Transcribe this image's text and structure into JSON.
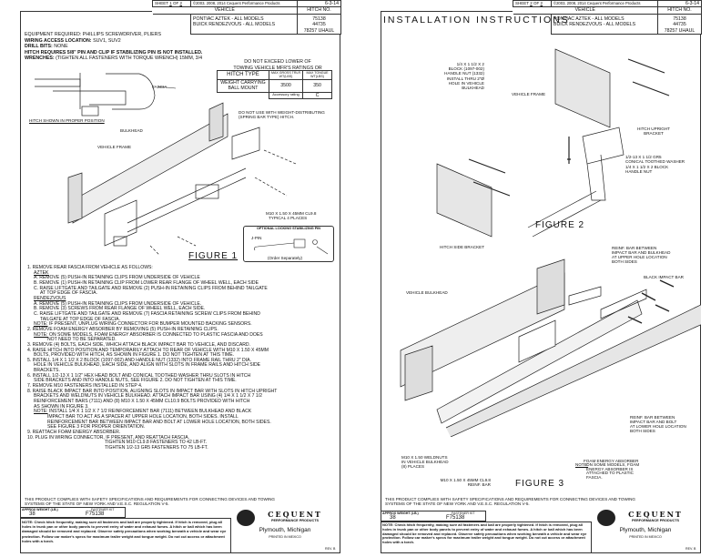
{
  "header": {
    "sheet_label": "SHEET",
    "of_label": "OF",
    "copyright": "©2003, 2008, 2014 Cequent Performance Products",
    "date": "6-3-14",
    "vehicle_col": "VEHICLE",
    "hitch_col": "HITCH NO.",
    "vehicles": [
      "PONTIAC AZTEK - ALL MODELS",
      "BUICK RENDEZVOUS - ALL MODELS"
    ],
    "hitch_numbers": [
      "75138",
      "44735",
      "78257 UHAUL"
    ]
  },
  "page1": {
    "sheet": "1",
    "of": "2",
    "equipment": [
      {
        "label": "EQUIPMENT REQUIRED:",
        "text": "PHILLIPS SCREWDRIVER, PLIERS"
      },
      {
        "label": "WIRING ACCESS LOCATION:",
        "text": "SUV1, SUV2"
      },
      {
        "label": "DRILL BITS:",
        "text": "NONE"
      },
      {
        "label": "HITCH REQUIRES 5/8\" PIN AND CLIP IF STABILIZING PIN IS NOT INSTALLED.",
        "text": ""
      },
      {
        "label": "WRENCHES:",
        "text": "(TIGHTEN ALL FASTENERS WITH TORQUE WRENCH) 15mm, 3/4"
      }
    ],
    "rating": {
      "caption": [
        "DO NOT EXCEED LOWER OF",
        "TOWING VEHICLE MFR'S RATINGS OR"
      ],
      "hitch_type": "HITCH TYPE",
      "col1": "MAX GROSS TRLR WT(LBS)",
      "col2": "MAX TONGUE WT(LBS)",
      "row_label": "WEIGHT CARRYING BALL MOUNT",
      "gross": "3500",
      "tongue": "350",
      "acc_label": "Accessory rating",
      "acc_value": "C"
    },
    "labels": {
      "fascia": "FASCIA",
      "proper_position": "HITCH SHOWN IN PROPER POSITION",
      "bulkhead": "BULKHEAD",
      "vehicle_frame": "VEHICLE FRAME",
      "no_wd": "DO NOT USE WITH WEIGHT-DISTRIBUTING (SPRING BAR TYPE) HITCH.",
      "bolts": "M10 X 1.50 X 45mm CL9.8",
      "bolts2": "TYPICAL 4 PLACES",
      "pin_title": "OPTIONAL LOCKING STABILIZING PIN",
      "jpin": "J-PIN",
      "order": "(Order Separately)",
      "figure": "FIGURE 1"
    },
    "instructions": [
      {
        "i": 0,
        "t": "1. REMOVE REAR FASCIA FROM VEHICLE AS FOLLOWS:"
      },
      {
        "i": 1,
        "u": "AZTEK",
        "t": ""
      },
      {
        "i": 1,
        "t": "a. REMOVE (5) PUSH-IN RETAINING CLIPS FROM UNDERSIDE OF VEHICLE"
      },
      {
        "i": 1,
        "t": "b. REMOVE (1) PUSH-IN RETAINING CLIP FROM LOWER REAR FLANGE OF WHEEL WELL, EACH SIDE"
      },
      {
        "i": 1,
        "t": "c. RAISE LIFTGATE AND TAILGATE AND REMOVE (2) PUSH-IN RETAINING CLIPS FROM BEHIND TAILGATE"
      },
      {
        "i": 2,
        "t": "AT TOP EDGE OF FASCIA."
      },
      {
        "i": 1,
        "u": "RENDEZVOUS",
        "t": ""
      },
      {
        "i": 1,
        "t": "a. REMOVE (5) PUSH-IN RETAINING CLIPS FROM UNDERSIDE OF VEHICLE."
      },
      {
        "i": 1,
        "t": "b. REMOVE (3) SCREWS FROM REAR FLANGE OF WHEEL WELL, EACH SIDE."
      },
      {
        "i": 1,
        "t": "c. RAISE LIFTGATE AND TAILGATE AND REMOVE (7) FASCIA RETAINING SCREW CLIPS FROM BEHIND"
      },
      {
        "i": 2,
        "t": "TAILGATE AT TOP EDGE OF FASCIA."
      },
      {
        "i": 1,
        "u": "NOTE:",
        "t": " IF PRESENT, UNPLUG WIRING CONNECTOR FOR BUMPER MOUNTED BACKING SENSORS."
      },
      {
        "i": 0,
        "t": "2. REMOVE FOAM ENERGY ABSORBER BY REMOVING (5) PUSH-IN RETAINING CLIPS."
      },
      {
        "i": 1,
        "u": "NOTE:",
        "t": " ON SOME MODELS, FOAM ENERGY ABSORBER IS CONNECTED TO PLASTIC FASCIA AND DOES"
      },
      {
        "i": 3,
        "t": "NOT NEED TO BE SEPARATED."
      },
      {
        "i": 0,
        "t": "3. REMOVE (4) BOLTS, EACH SIDE, WHICH ATTACH BLACK IMPACT BAR TO VEHICLE, AND DISCARD."
      },
      {
        "i": 0,
        "t": "4. RAISE HITCH INTO POSITION AND TEMPORARILY ATTACH TO REAR OF VEHICLE WITH M10 X 1.50 X 45mm"
      },
      {
        "i": 1,
        "t": "BOLTS, PROVIDED WITH HITCH, AS SHOWN IN FIGURE 1. DO NOT TIGHTEN AT THIS TIME."
      },
      {
        "i": 0,
        "t": "5. INSTALL 1/4 X 1 1/2 X 2 BLOCK (1097-002) AND HANDLE NUT (1332) INTO FRAME RAIL THRU 2\" DIA."
      },
      {
        "i": 1,
        "t": "HOLE IN VEHICLE BULKHEAD, EACH SIDE, AND ALIGN WITH SLOTS IN FRAME RAILS AND HITCH SIDE"
      },
      {
        "i": 1,
        "t": "BRACKETS."
      },
      {
        "i": 0,
        "t": "6. INSTALL 1/2-13 X 1 1/2\" HEX HEAD BOLT AND CONICAL TOOTHED WASHER THRU SLOTS IN HITCH"
      },
      {
        "i": 1,
        "t": "SIDE BRACKETS AND INTO HANDLE NUTS, SEE FIGURE 2. DO NOT TIGHTEN AT THIS TIME."
      },
      {
        "i": 0,
        "t": "7. REMOVE M10 FASTENERS INSTALLED IN STEP 4."
      },
      {
        "i": 0,
        "t": "8. RAISE BLACK IMPACT BAR INTO POSITION, ALIGNING SLOTS IN IMPACT BAR WITH SLOTS IN HITCH UPRIGHT"
      },
      {
        "i": 1,
        "t": "BRACKETS AND WELDNUTS IN VEHICLE BULKHEAD. ATTACH IMPACT BAR USING (4) 1/4 X 1 1/2 X 7 1/2"
      },
      {
        "i": 1,
        "t": "REINFORCEMENT BARS (7111) AND (8) M10 X 1.50 X 45mm CL10.9 BOLTS PROVIDED WITH HITCH"
      },
      {
        "i": 1,
        "t": "AS SHOWN IN FIGURE 3."
      },
      {
        "i": 1,
        "u": "NOTE:",
        "t": " INSTALL 1/4 X 1 1/2 X 7 1/2 REINFORCEMENT BAR (7111) BETWEEN BULKHEAD AND BLACK"
      },
      {
        "i": 3,
        "t": "IMPACT BAR TO ACT AS A SPACER AT UPPER HOLE LOCATION, BOTH SIDES.  INSTALL"
      },
      {
        "i": 3,
        "t": "REINFORCEMENT BAR BETWEEN IMPACT BAR AND BOLT AT LOWER HOLE LOCATION, BOTH SIDES."
      },
      {
        "i": 3,
        "t": "SEE FIGURE 3 FOR PROPER ORIENTATION."
      },
      {
        "i": 0,
        "t": "9. REATTACH FOAM ENERGY ABSORBER."
      },
      {
        "i": 0,
        "t": "10. PLUG IN WIRING CONNECTOR, IF PRESENT, AND REATTACH FASCIA."
      },
      {
        "i": 4,
        "t": "TIGHTEN M10 CL9.8 FASTENERS TO 42 LB-FT."
      },
      {
        "i": 4,
        "t": "TIGHTEN 1/2-13 GR5 FASTENERS TO 75 LB-FT."
      }
    ]
  },
  "page2": {
    "sheet": "2",
    "of": "2",
    "title": "INSTALLATION INSTRUCTIONS",
    "labels": {
      "block": [
        "1/4 X 1 1/2 X 2",
        "BLOCK (1097-002)",
        "HANDLE NUT (1332)",
        "INSTALL THRU 2\"ø",
        "HOLE IN VEHICLE",
        "BULKHEAD"
      ],
      "vehicle_frame": "VEHICLE FRAME",
      "upright": [
        "HITCH UPRIGHT",
        "BRACKET"
      ],
      "washer": [
        "1/2-13 X 1 1/2 GR5",
        "CONICAL TOOTHED WASHER",
        "1/4 X 1 1/2 X 2 BLOCK",
        "HANDLE NUT"
      ],
      "figure2": "FIGURE 2",
      "side_bracket": "HITCH SIDE BRACKET",
      "reinf_upper": [
        "REINF. BAR  BETWEEN",
        "IMPACT BAR AND BULKHEAD",
        "AT UPPER HOLE LOCATION",
        "BOTH SIDES"
      ],
      "impact_bar": "BLACK IMPACT BAR",
      "bulkhead": "VEHICLE BULKHEAD",
      "reinf_lower": [
        "REINF. BAR  BETWEEN",
        "IMPACT BAR AND BOLT",
        "AT LOWER HOLE LOCATION",
        "BOTH SIDES"
      ],
      "weldnuts": [
        "M10 X 1.50 WELDNUTS",
        "IN VEHICLE BULKHEAD",
        "(8) PLACES"
      ],
      "bolt": [
        "M10 X 1.50 X 45mm CL9.8",
        "REINF. BAR"
      ],
      "foam": "FOAM ENERGY ABSORBER",
      "foam_note_label": "NOTE:",
      "foam_note": [
        "ON SOME MODELS, FOAM",
        "ENERGY ABSORBER IS",
        "ATTACHED TO PLASTIC",
        "FASCIA."
      ],
      "figure3": "FIGURE 3"
    }
  },
  "footer": {
    "compliance": [
      "THIS PRODUCT COMPLIES WITH SAFETY SPECIFICATIONS AND REQUIREMENTS FOR CONNECTING DEVICES AND TOWING",
      "SYSTEMS OF THE STATE OF NEW YORK AND V.E.S.C. REGULATION V-5."
    ],
    "weight_label": "APPROX WEIGHT (LB.)",
    "weight": "38",
    "kit_label": "FASTENER KIT",
    "kit": "F75138",
    "note": "NOTE: Check hitch frequently, making sure all fasteners and ball are properly tightened. If hitch is removed, plug all holes in trunk pan or other body panels to prevent entry of water and exhaust fumes. A hitch or ball which has been damaged should be removed and replaced. Observe safety precautions when working beneath a vehicle and wear eye protection. Follow car maker's specs for maximum trailer weight and tongue weight. Do not cut access or attachment holes with a torch.",
    "brand": "CEQUENT",
    "brand_sub": "PERFORMANCE PRODUCTS",
    "city": "Plymouth, Michigan",
    "printed": "PRINTED IN MEXICO",
    "rev": "REV. B"
  }
}
